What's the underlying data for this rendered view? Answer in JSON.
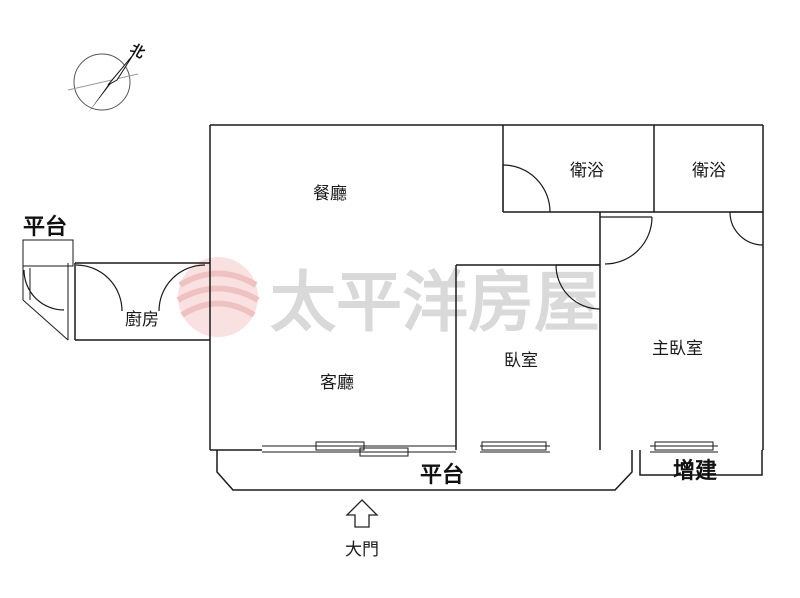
{
  "rooms": {
    "dining": "餐廳",
    "bath_left": "衛浴",
    "bath_right": "衛浴",
    "kitchen": "廚房",
    "living": "客廳",
    "bedroom": "臥室",
    "master_bedroom": "主臥室"
  },
  "labels": {
    "platform_left": "平台",
    "platform_bottom": "平台",
    "extension": "增建",
    "main_door": "大門"
  },
  "compass": {
    "north": "北"
  },
  "watermark": {
    "text": "太平洋房屋"
  },
  "colors": {
    "walls": "#1a1a1a",
    "watermark_text": "#d9d9d9",
    "watermark_logo": "#f2b9b9"
  }
}
